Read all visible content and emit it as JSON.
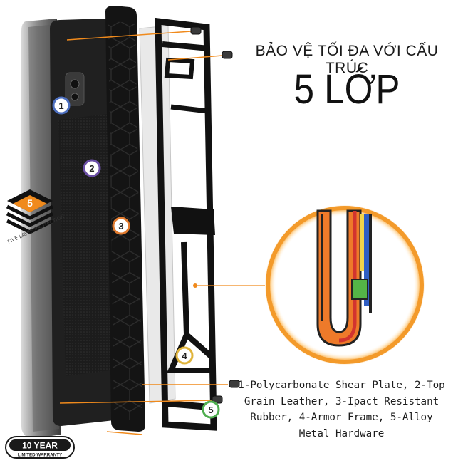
{
  "headline": {
    "line1": "BẢO VỆ TỐI ĐA VỚI CẤU TRÚC",
    "line2": "5 LỚP"
  },
  "caption": {
    "lines": [
      "1-Polycarbonate Shear Plate, 2-Top",
      "Grain Leather, 3-Ipact Resistant",
      "Rubber, 4-Armor Frame, 5-Alloy",
      "Metal Hardware"
    ]
  },
  "layer_markers": [
    "1",
    "2",
    "3",
    "4",
    "5"
  ],
  "layer_marker_colors": [
    "#4d6fbf",
    "#6b4fa6",
    "#e07a2e",
    "#e0b43a",
    "#4fae4f"
  ],
  "five_layer_logo": {
    "text": "FIVE LAYER PROTECTION",
    "icon": "stacked-layers-5-icon"
  },
  "warranty_badge": {
    "main": "10 YEAR",
    "sub": "LIMITED WARRANTY"
  },
  "colors": {
    "accent_orange": "#f08a1c",
    "case_black": "#151515",
    "callout_ring": "#f39a2a"
  }
}
